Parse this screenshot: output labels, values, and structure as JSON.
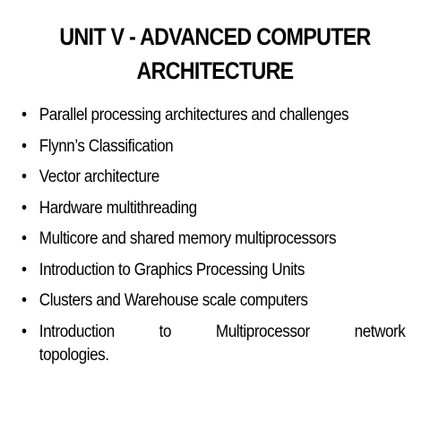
{
  "slide": {
    "title_line1": "UNIT V - ADVANCED COMPUTER",
    "title_line2": "ARCHITECTURE",
    "bullet_symbol": "•",
    "bullets": [
      "Parallel processing architectures and challenges",
      "Flynn’s Classification",
      "Vector architecture",
      "Hardware multithreading",
      "Multicore and shared memory multiprocessors",
      "Introduction to Graphics Processing Units",
      "Clusters and Warehouse scale computers"
    ],
    "last_bullet": {
      "words": [
        "Introduction",
        "to",
        "Multiprocessor",
        "network"
      ],
      "continuation": "topologies."
    }
  }
}
